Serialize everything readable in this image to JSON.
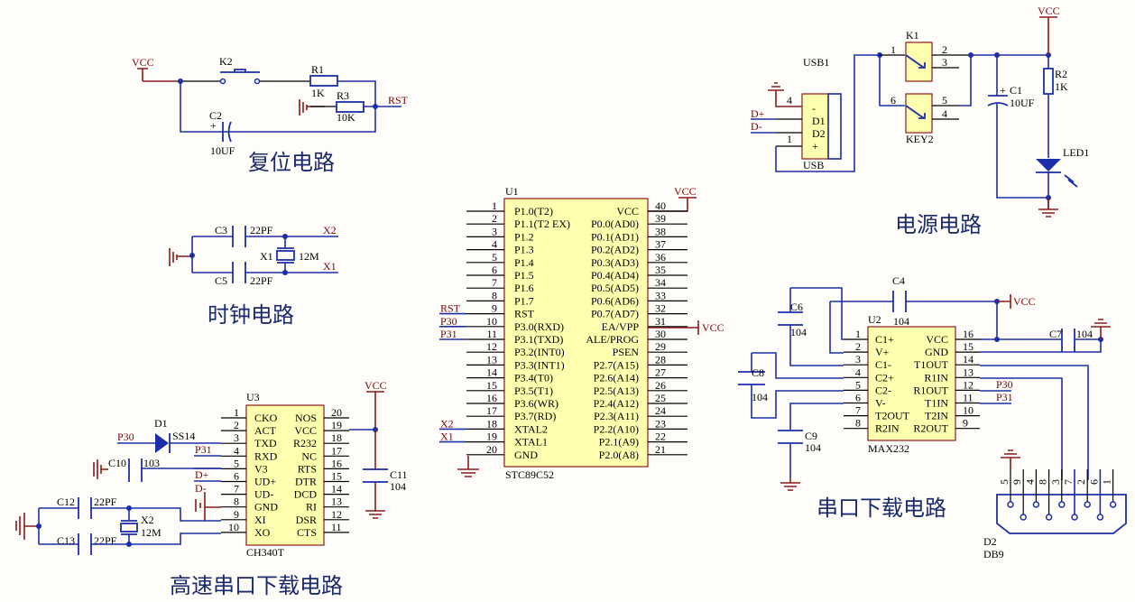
{
  "titles": {
    "reset": "复位电路",
    "clock": "时钟电路",
    "power": "电源电路",
    "serial": "串口下载电路",
    "highspeed": "高速串口下载电路"
  },
  "reset": {
    "vcc": "VCC",
    "k2": "K2",
    "r1": "R1",
    "r1_val": "1K",
    "r3": "R3",
    "r3_val": "10K",
    "c2": "C2",
    "c2_val": "10UF",
    "rst": "RST",
    "plus": "+"
  },
  "clock": {
    "c3": "C3",
    "c3_val": "22PF",
    "c5": "C5",
    "c5_val": "22PF",
    "x1": "X1",
    "x1_val": "12M",
    "net_x2": "X2",
    "net_x1": "X1"
  },
  "u1": {
    "ref": "U1",
    "part": "STC89C52",
    "vcc": "VCC",
    "vcc31": "VCC",
    "left": [
      {
        "num": "1",
        "name": "P1.0(T2)",
        "net": ""
      },
      {
        "num": "2",
        "name": "P1.1(T2 EX)",
        "net": ""
      },
      {
        "num": "3",
        "name": "P1.2",
        "net": ""
      },
      {
        "num": "4",
        "name": "P1.3",
        "net": ""
      },
      {
        "num": "5",
        "name": "P1.4",
        "net": ""
      },
      {
        "num": "6",
        "name": "P1.5",
        "net": ""
      },
      {
        "num": "7",
        "name": "P1.6",
        "net": ""
      },
      {
        "num": "8",
        "name": "P1.7",
        "net": ""
      },
      {
        "num": "9",
        "name": "RST",
        "net": "RST"
      },
      {
        "num": "10",
        "name": "P3.0(RXD)",
        "net": "P30"
      },
      {
        "num": "11",
        "name": "P3.1(TXD)",
        "net": "P31"
      },
      {
        "num": "12",
        "name": "P3.2(INT0)",
        "net": ""
      },
      {
        "num": "13",
        "name": "P3.3(INT1)",
        "net": ""
      },
      {
        "num": "14",
        "name": "P3.4(T0)",
        "net": ""
      },
      {
        "num": "15",
        "name": "P3.5(T1)",
        "net": ""
      },
      {
        "num": "16",
        "name": "P3.6(WR)",
        "net": ""
      },
      {
        "num": "17",
        "name": "P3.7(RD)",
        "net": ""
      },
      {
        "num": "18",
        "name": "XTAL2",
        "net": "X2"
      },
      {
        "num": "19",
        "name": "XTAL1",
        "net": "X1"
      },
      {
        "num": "20",
        "name": "GND",
        "net": ""
      }
    ],
    "right": [
      {
        "num": "40",
        "name": "VCC"
      },
      {
        "num": "39",
        "name": "P0.0(AD0)"
      },
      {
        "num": "38",
        "name": "P0.1(AD1)"
      },
      {
        "num": "37",
        "name": "P0.2(AD2)"
      },
      {
        "num": "36",
        "name": "P0.3(AD3)"
      },
      {
        "num": "35",
        "name": "P0.4(AD4)"
      },
      {
        "num": "34",
        "name": "P0.5(AD5)"
      },
      {
        "num": "33",
        "name": "P0.6(AD6)"
      },
      {
        "num": "32",
        "name": "P0.7(AD7)"
      },
      {
        "num": "31",
        "name": "EA/VPP"
      },
      {
        "num": "30",
        "name": "ALE/PROG"
      },
      {
        "num": "29",
        "name": "PSEN"
      },
      {
        "num": "28",
        "name": "P2.7(A15)"
      },
      {
        "num": "27",
        "name": "P2.6(A14)"
      },
      {
        "num": "26",
        "name": "P2.5(A13)"
      },
      {
        "num": "25",
        "name": "P2.4(A12)"
      },
      {
        "num": "24",
        "name": "P2.3(A11)"
      },
      {
        "num": "23",
        "name": "P2.2(A10)"
      },
      {
        "num": "22",
        "name": "P2.1(A9)"
      },
      {
        "num": "21",
        "name": "P2.0(A8)"
      }
    ]
  },
  "power": {
    "usb1": "USB1",
    "usb": "USB",
    "usb_pins": [
      "-",
      "D1",
      "D2",
      "+"
    ],
    "pin4": "4",
    "pin1": "1",
    "dplus": "D+",
    "dminus": "D-",
    "k1": "K1",
    "key2": "KEY2",
    "k_pins": [
      "1",
      "2",
      "3",
      "6",
      "5",
      "4"
    ],
    "c1": "C1",
    "c1_val": "10UF",
    "r2": "R2",
    "r2_val": "1K",
    "led1": "LED1",
    "vcc": "VCC",
    "plus": "+"
  },
  "u2": {
    "ref": "U2",
    "part": "MAX232",
    "vcc": "VCC",
    "left": [
      {
        "num": "1",
        "name": "C1+"
      },
      {
        "num": "2",
        "name": "V+"
      },
      {
        "num": "3",
        "name": "C1-"
      },
      {
        "num": "4",
        "name": "C2+"
      },
      {
        "num": "5",
        "name": "C2-"
      },
      {
        "num": "6",
        "name": "V-"
      },
      {
        "num": "7",
        "name": "T2OUT"
      },
      {
        "num": "8",
        "name": "R2IN"
      }
    ],
    "right": [
      {
        "num": "16",
        "name": "VCC"
      },
      {
        "num": "15",
        "name": "GND"
      },
      {
        "num": "14",
        "name": "T1OUT"
      },
      {
        "num": "13",
        "name": "R1IN"
      },
      {
        "num": "12",
        "name": "R1OUT",
        "net": "P30"
      },
      {
        "num": "11",
        "name": "T1IN",
        "net": "P31"
      },
      {
        "num": "10",
        "name": "T2IN"
      },
      {
        "num": "9",
        "name": "R2OUT"
      }
    ],
    "caps": {
      "c4": "C4",
      "c6": "C6",
      "c7": "C7",
      "c8": "C8",
      "c9": "C9",
      "val": "104"
    }
  },
  "db9": {
    "ref": "D2",
    "part": "DB9",
    "pins": [
      "5",
      "9",
      "4",
      "8",
      "3",
      "7",
      "2",
      "6",
      "1"
    ]
  },
  "u3": {
    "ref": "U3",
    "part": "CH340T",
    "vcc": "VCC",
    "left": [
      {
        "num": "1",
        "name": "CKO"
      },
      {
        "num": "2",
        "name": "ACT"
      },
      {
        "num": "3",
        "name": "TXD"
      },
      {
        "num": "4",
        "name": "RXD",
        "net": "P31"
      },
      {
        "num": "5",
        "name": "V3"
      },
      {
        "num": "6",
        "name": "UD+",
        "net": "D+"
      },
      {
        "num": "7",
        "name": "UD-",
        "net": "D-"
      },
      {
        "num": "8",
        "name": "GND"
      },
      {
        "num": "9",
        "name": "XI"
      },
      {
        "num": "10",
        "name": "XO"
      }
    ],
    "right": [
      {
        "num": "20",
        "name": "NOS"
      },
      {
        "num": "19",
        "name": "VCC"
      },
      {
        "num": "18",
        "name": "R232"
      },
      {
        "num": "17",
        "name": "NC"
      },
      {
        "num": "16",
        "name": "RTS"
      },
      {
        "num": "15",
        "name": "DTR"
      },
      {
        "num": "14",
        "name": "DCD"
      },
      {
        "num": "13",
        "name": "RI"
      },
      {
        "num": "12",
        "name": "DSR"
      },
      {
        "num": "11",
        "name": "CTS"
      }
    ],
    "d1": "D1",
    "d1_val": "SS14",
    "p30": "P30",
    "c10": "C10",
    "c10_val": "103",
    "c11": "C11",
    "c11_val": "104",
    "c12": "C12",
    "c13": "C13",
    "c_val": "22PF",
    "x2": "X2",
    "x2_val": "12M"
  }
}
